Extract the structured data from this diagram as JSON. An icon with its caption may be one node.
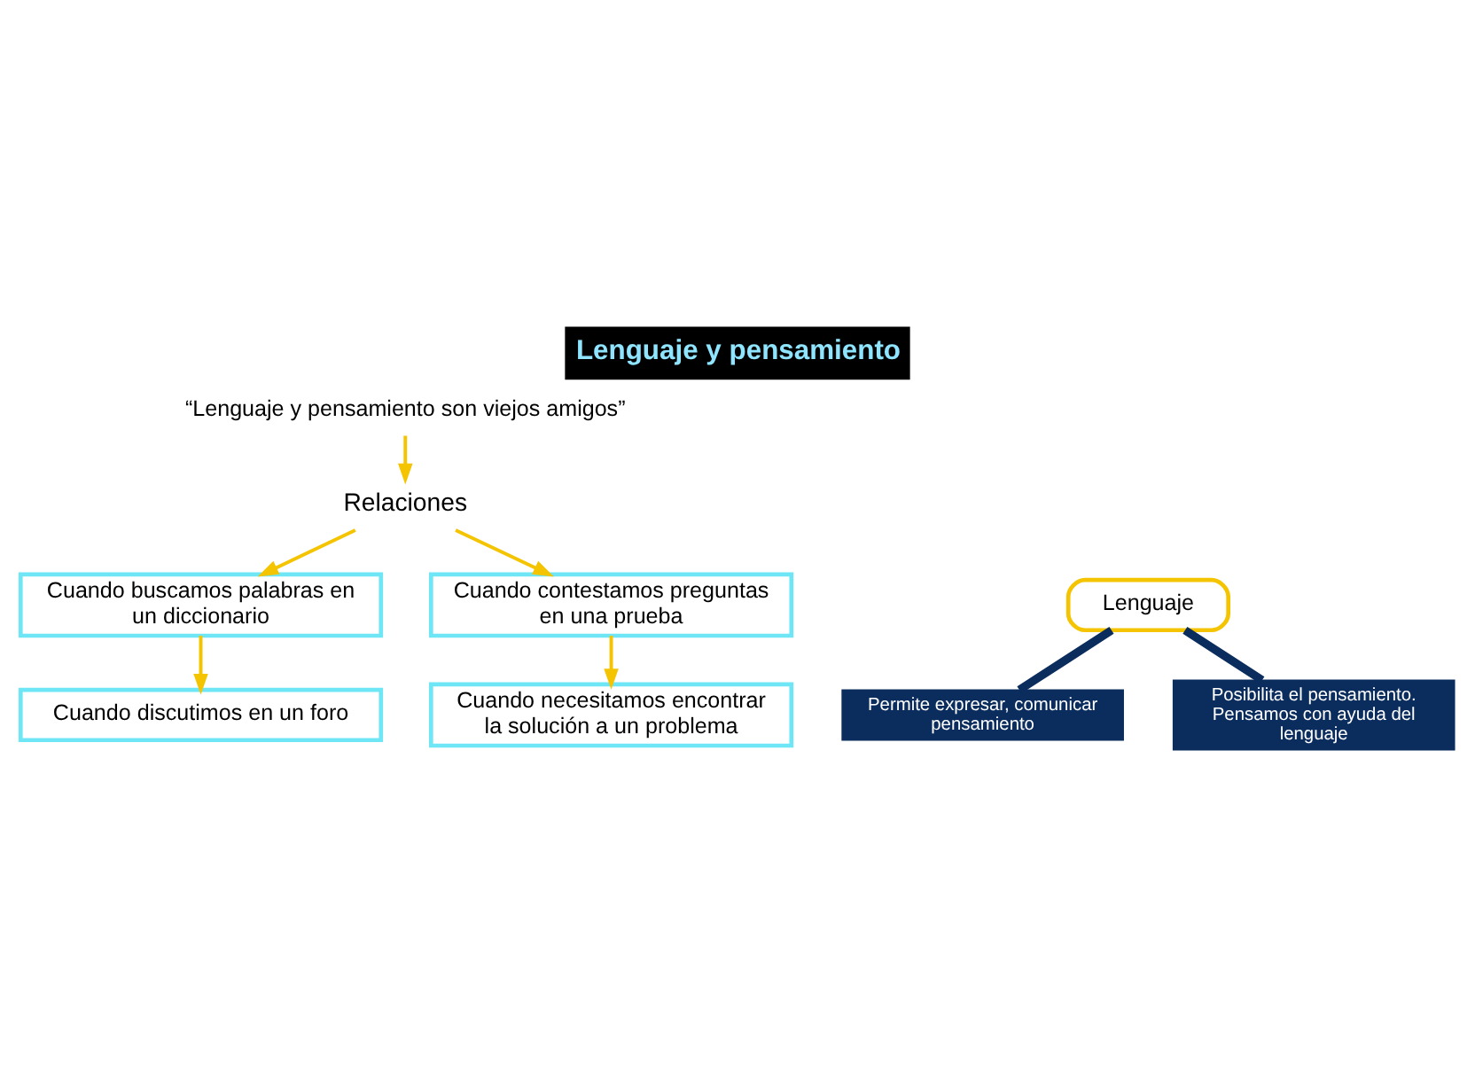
{
  "diagram": {
    "title": "Lenguaje y pensamiento",
    "nodes": [
      {
        "text": [
          "“Lenguaje y pensamiento son viejos amigos”"
        ]
      },
      {
        "text": [
          "Relaciones"
        ]
      },
      {
        "text": [
          "Cuando buscamos palabras en un diccionario"
        ]
      },
      {
        "text": [
          "Cuando contestamos preguntas en una prueba"
        ]
      },
      {
        "text": [
          "Cuando discutimos en un foro"
        ]
      },
      {
        "text": [
          "Cuando necesitamos encontrar la solución a un problema"
        ]
      },
      {
        "text": [
          "Lenguaje"
        ]
      },
      {
        "text": [
          "Permite expresar, comunicar pensamiento"
        ]
      },
      {
        "text": [
          "Posibilita el pensamiento. Pensamos con ayuda del lenguaje"
        ]
      }
    ],
    "edges": [
      {
        "from": 0,
        "to": 1,
        "arrow": "to"
      },
      {
        "from": 1,
        "to": 2,
        "arrow": "to"
      },
      {
        "from": 1,
        "to": 3,
        "arrow": "to"
      },
      {
        "from": 2,
        "to": 4,
        "arrow": "to"
      },
      {
        "from": 3,
        "to": 5,
        "arrow": "to"
      },
      {
        "from": 6,
        "to": 7,
        "arrow": "none",
        "style": "thick",
        "color": "#0b2d5e"
      },
      {
        "from": 6,
        "to": 8,
        "arrow": "none",
        "style": "thick",
        "color": "#0b2d5e"
      }
    ]
  }
}
